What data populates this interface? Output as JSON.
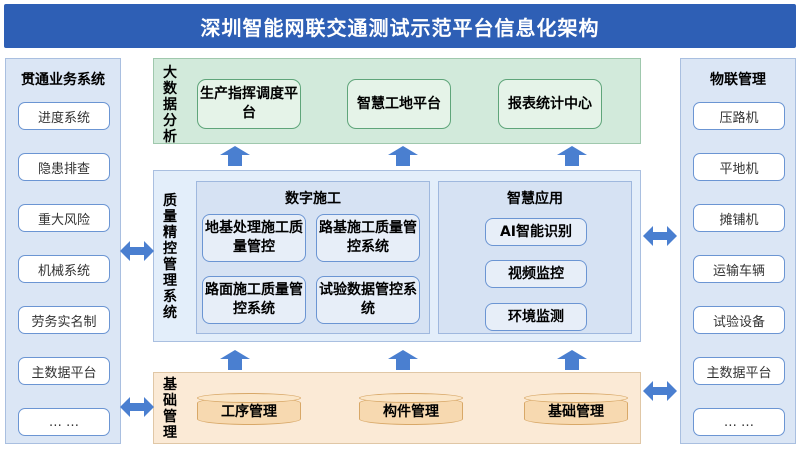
{
  "title": "深圳智能网联交通测试示范平台信息化架构",
  "left_panel": {
    "title": "贯通业务系统",
    "items": [
      "进度系统",
      "隐患排查",
      "重大风险",
      "机械系统",
      "劳务实名制",
      "主数据平台",
      "… …"
    ]
  },
  "right_panel": {
    "title": "物联管理",
    "items": [
      "压路机",
      "平地机",
      "摊铺机",
      "运输车辆",
      "试验设备",
      "主数据平台",
      "… …"
    ]
  },
  "big_data": {
    "label": "大数据分析",
    "boxes": [
      "生产指挥调度平台",
      "智慧工地平台",
      "报表统计中心"
    ]
  },
  "quality": {
    "label": "质量精控管理系统",
    "digital": {
      "title": "数字施工",
      "boxes": [
        "地基处理施工质量管控",
        "路基施工质量管控系统",
        "路面施工质量管控系统",
        "试验数据管控系统"
      ]
    },
    "smart": {
      "title": "智慧应用",
      "boxes": [
        "AI智能识别",
        "视频监控",
        "环境监测"
      ]
    }
  },
  "foundation": {
    "label": "基础管理",
    "items": [
      "工序管理",
      "构件管理",
      "基础管理"
    ]
  },
  "colors": {
    "title_bg": "#2e5fb5",
    "arrow": "#4a7fd0",
    "top_layer": "#d2eadb",
    "mid_layer": "#e3eefa",
    "bottom_layer": "#fbead6"
  }
}
